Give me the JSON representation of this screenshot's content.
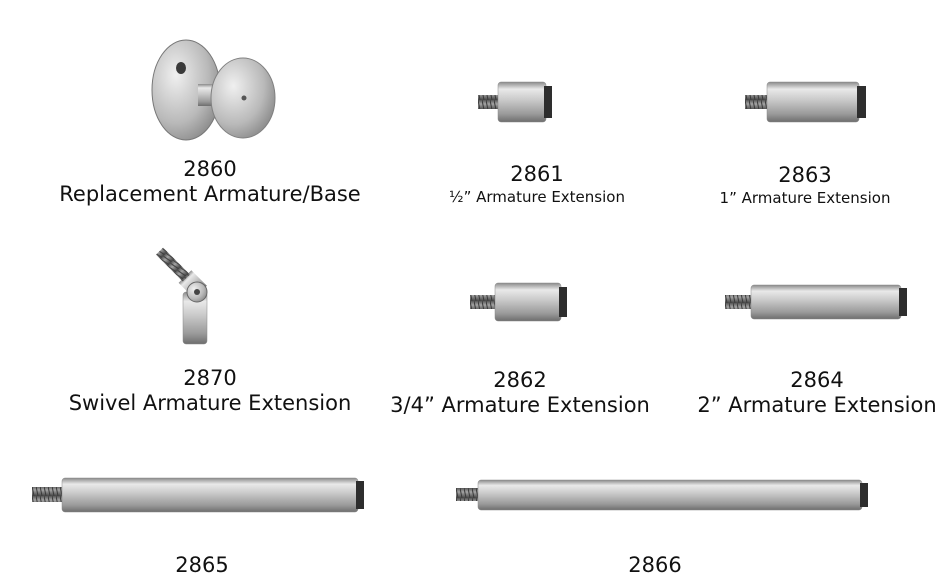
{
  "products": [
    {
      "code": "2860",
      "desc": "Replacement Armature/Base"
    },
    {
      "code": "2861",
      "desc": "½” Armature Extension"
    },
    {
      "code": "2863",
      "desc": "1” Armature Extension"
    },
    {
      "code": "2870",
      "desc": "Swivel Armature Extension"
    },
    {
      "code": "2862",
      "desc": "3/4” Armature Extension"
    },
    {
      "code": "2864",
      "desc": "2” Armature Extension"
    },
    {
      "code": "2865",
      "desc": ""
    },
    {
      "code": "2866",
      "desc": ""
    }
  ]
}
